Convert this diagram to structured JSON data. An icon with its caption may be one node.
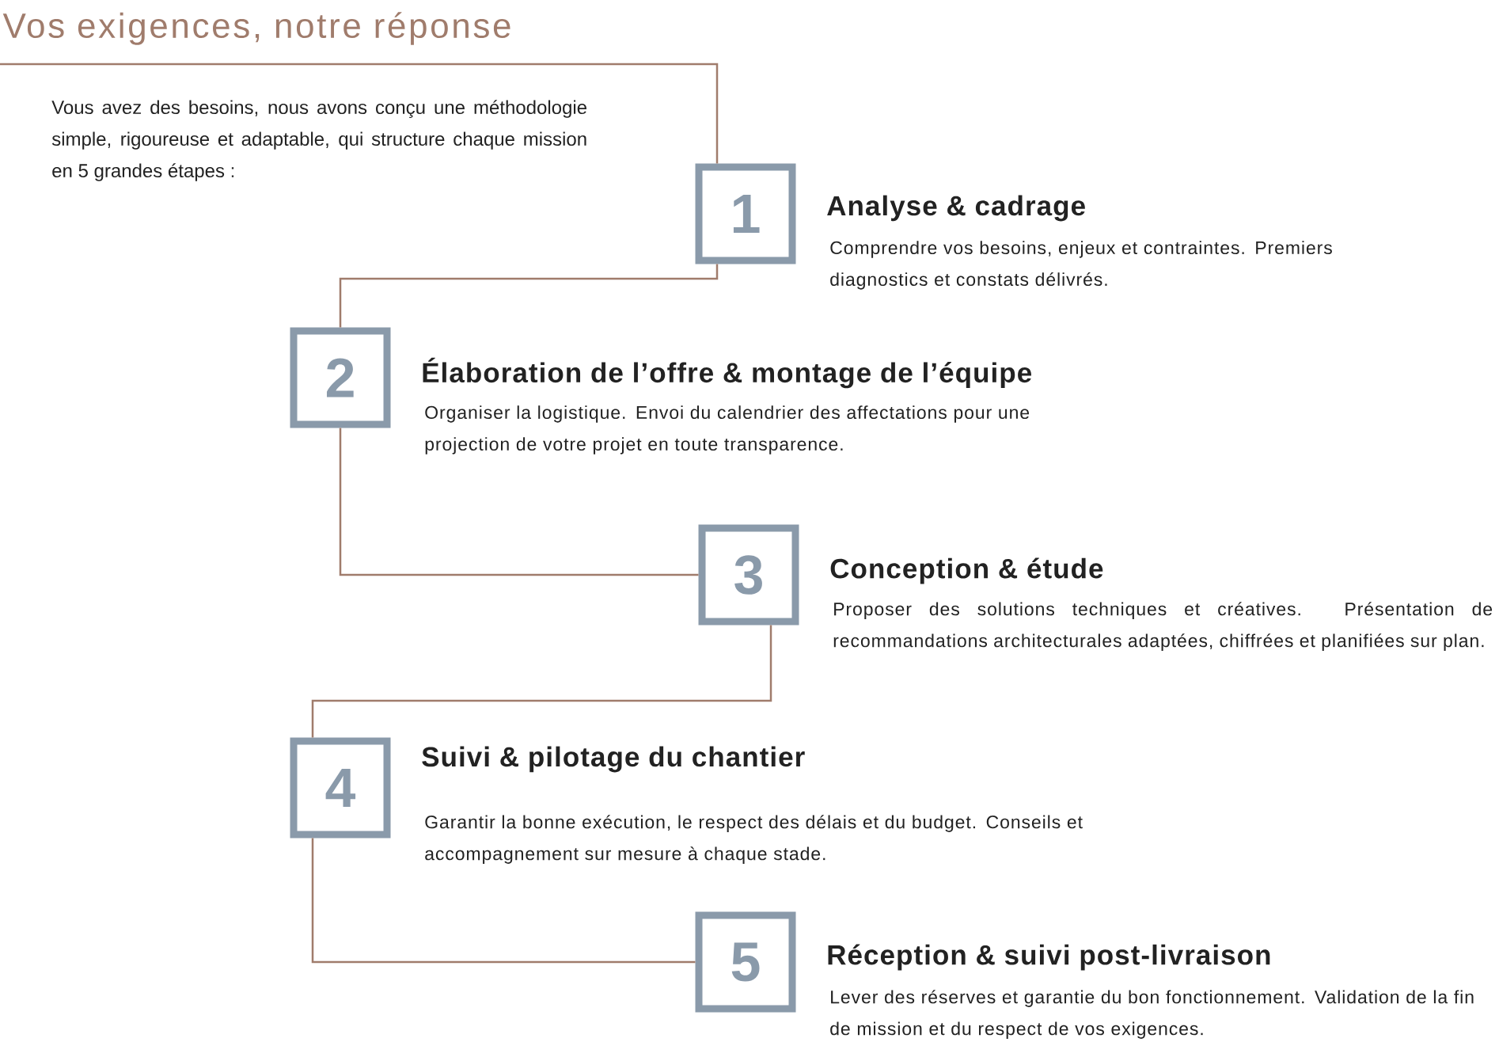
{
  "diagram": {
    "title": "Vos exigences, notre réponse",
    "nodes": [
      {
        "text": [
          "1"
        ],
        "beside": [
          "Analyse & cadrage",
          "Comprendre vos besoins, enjeux et contraintes. Premiers diagnostics et constats délivrés."
        ]
      },
      {
        "text": [
          "2"
        ],
        "beside": [
          "Élaboration de l’offre & montage de l’équipe",
          "Organiser la logistique. Envoi du calendrier des affectations pour une projection de votre projet en toute transparence."
        ]
      },
      {
        "text": [
          "3"
        ],
        "beside": [
          "Conception & étude",
          "Proposer des solutions techniques et créatives. Présentation de recommandations architecturales adaptées, chiffrées et planifiées sur plan."
        ]
      },
      {
        "text": [
          "4"
        ],
        "beside": [
          "Suivi & pilotage du chantier",
          "Garantir la bonne exécution, le respect des délais et du budget. Conseils et accompagnement sur mesure à chaque stade."
        ]
      },
      {
        "text": [
          "5"
        ],
        "beside": [
          "Réception & suivi post-livraison",
          "Lever des réserves et garantie du bon fonctionnement. Validation de la fin de mission et du respect de vos exigences."
        ]
      }
    ],
    "edges": [
      {
        "from": null,
        "to": 0,
        "arrow": "none"
      },
      {
        "from": 0,
        "to": 1,
        "arrow": "none"
      },
      {
        "from": 1,
        "to": 2,
        "arrow": "none"
      },
      {
        "from": 2,
        "to": 3,
        "arrow": "none"
      },
      {
        "from": 3,
        "to": 4,
        "arrow": "none"
      }
    ],
    "labels": [
      "Vous avez des besoins, nous avons conçu une méthodologie simple, rigoureuse et adaptable, qui structure chaque mission en 5 grandes étapes :"
    ]
  }
}
